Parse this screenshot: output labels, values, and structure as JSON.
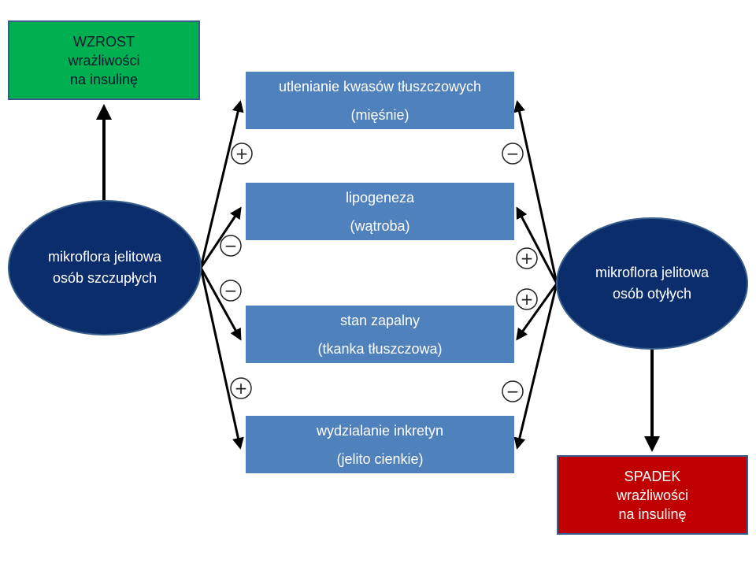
{
  "outcome_up": {
    "line1": "WZROST",
    "line2": "wrażliwości",
    "line3": "na insulinę"
  },
  "outcome_down": {
    "line1": "SPADEK",
    "line2": "wrażliwości",
    "line3": "na insulinę"
  },
  "source_lean": {
    "line1": "mikroflora jelitowa",
    "line2": "osób szczupłych"
  },
  "source_obese": {
    "line1": "mikroflora jelitowa",
    "line2": "osób otyłych"
  },
  "processes": [
    {
      "name": "utlenianie kwasów tłuszczowych",
      "tissue": "(mięśnie)"
    },
    {
      "name": "lipogeneza",
      "tissue": "(wątroba)"
    },
    {
      "name": "stan zapalny",
      "tissue": "(tkanka tłuszczowa)"
    },
    {
      "name": "wydzialanie inkretyn",
      "tissue": "(jelito cienkie)"
    }
  ],
  "effects": {
    "lean": [
      "+",
      "−",
      "−",
      "+"
    ],
    "obese": [
      "−",
      "+",
      "+",
      "−"
    ]
  },
  "colors": {
    "process_box": "#4f81bd",
    "ellipse": "#0c2d6b",
    "increase_box": "#00b050",
    "decrease_box": "#c00000"
  }
}
